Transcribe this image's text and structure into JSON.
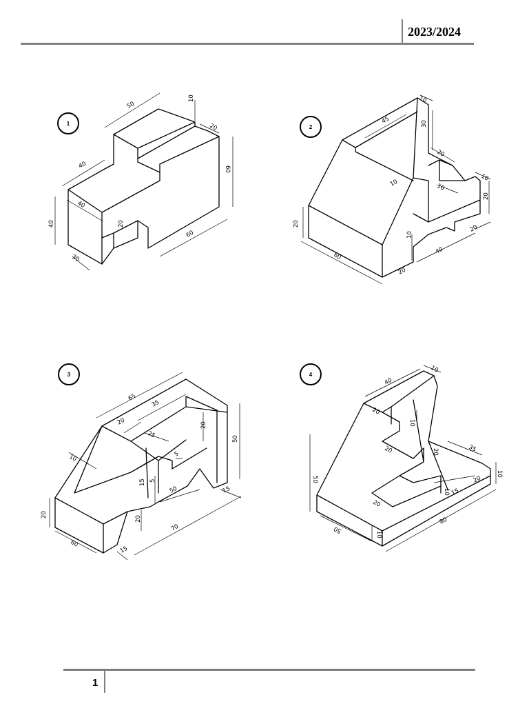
{
  "header": {
    "year": "2023/2024"
  },
  "footer": {
    "page_number": "1"
  },
  "figures": [
    {
      "number": "1",
      "dimensions": [
        "50",
        "10",
        "20",
        "40",
        "60",
        "40",
        "20",
        "40",
        "30",
        "60"
      ]
    },
    {
      "number": "2",
      "dimensions": [
        "10",
        "45",
        "30",
        "20",
        "10",
        "10",
        "10",
        "20",
        "20",
        "20",
        "60",
        "10",
        "40",
        "20"
      ]
    },
    {
      "number": "3",
      "dimensions": [
        "65",
        "35",
        "20",
        "25",
        "20",
        "50",
        "10",
        "5",
        "15",
        "5",
        "50",
        "20",
        "20",
        "70",
        "15",
        "60",
        "15"
      ]
    },
    {
      "number": "4",
      "dimensions": [
        "40",
        "10",
        "20",
        "10",
        "20",
        "35",
        "50",
        "20",
        "10",
        "15",
        "20",
        "10",
        "20",
        "50",
        "10",
        "80"
      ]
    }
  ]
}
